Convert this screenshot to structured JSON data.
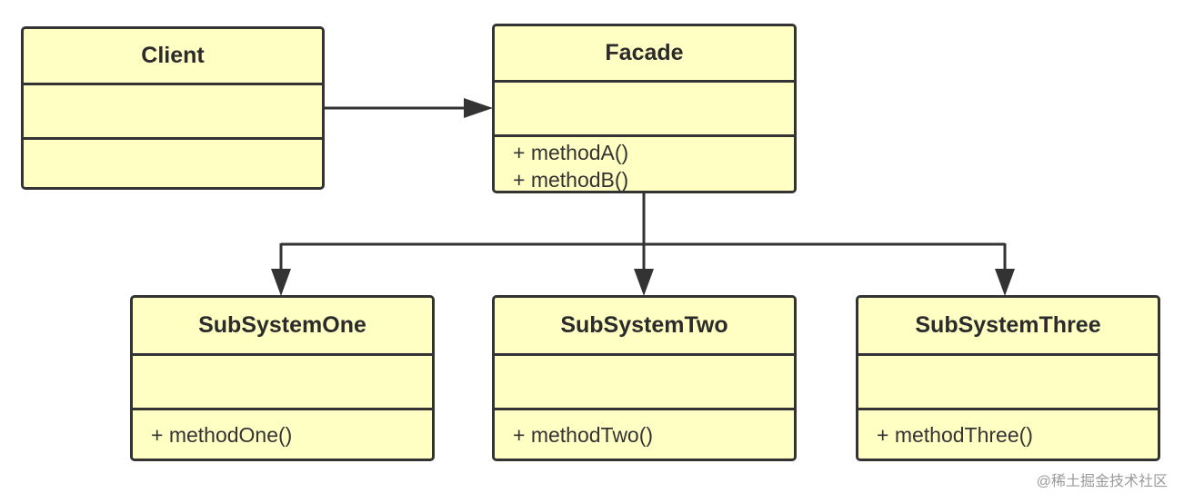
{
  "diagram": {
    "classes": {
      "client": {
        "name": "Client",
        "methods": []
      },
      "facade": {
        "name": "Facade",
        "methods": [
          "+ methodA()",
          "+ methodB()"
        ]
      },
      "subsystem_one": {
        "name": "SubSystemOne",
        "methods": [
          "+ methodOne()"
        ]
      },
      "subsystem_two": {
        "name": "SubSystemTwo",
        "methods": [
          "+ methodTwo()"
        ]
      },
      "subsystem_three": {
        "name": "SubSystemThree",
        "methods": [
          "+ methodThree()"
        ]
      }
    },
    "relations": [
      {
        "from": "Client",
        "to": "Facade",
        "type": "association"
      },
      {
        "from": "Facade",
        "to": "SubSystemOne",
        "type": "association"
      },
      {
        "from": "Facade",
        "to": "SubSystemTwo",
        "type": "association"
      },
      {
        "from": "Facade",
        "to": "SubSystemThree",
        "type": "association"
      }
    ],
    "colors": {
      "class_fill": "#ffffc4",
      "stroke": "#333333",
      "text": "#2b2b2b"
    }
  },
  "watermark": "@稀土掘金技术社区"
}
